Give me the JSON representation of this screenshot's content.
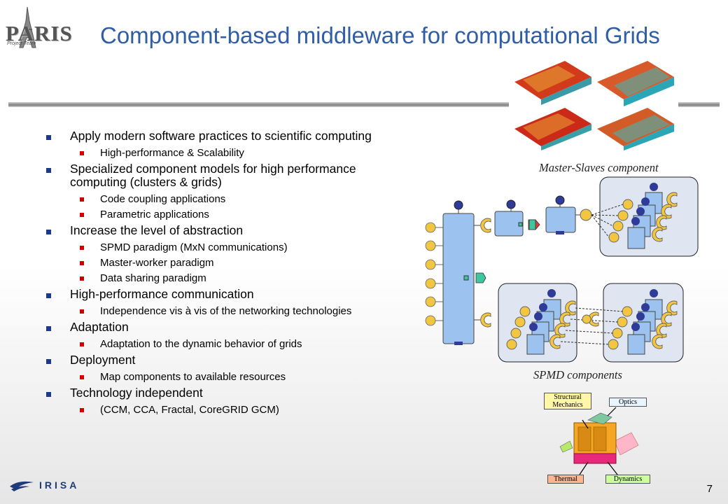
{
  "logo": {
    "text": "PARIS",
    "subtext": "Project-Team"
  },
  "title": "Component-based middleware for computational Grids",
  "bullets": [
    {
      "text": "Apply modern software practices to scientific computing",
      "sub": [
        "High-performance & Scalability"
      ]
    },
    {
      "text": "Specialized component models for high performance computing (clusters & grids)",
      "sub": [
        "Code coupling applications",
        "Parametric applications"
      ]
    },
    {
      "text": "Increase the level of abstraction",
      "sub": [
        "SPMD paradigm (MxN communications)",
        "Master-worker paradigm",
        "Data sharing paradigm"
      ]
    },
    {
      "text": "High-performance communication",
      "sub": [
        "Independence vis à vis of the networking technologies"
      ]
    },
    {
      "text": "Adaptation",
      "sub": [
        "Adaptation to the dynamic behavior of grids"
      ]
    },
    {
      "text": "Deployment",
      "sub": [
        "Map components to available resources"
      ]
    },
    {
      "text": "Technology independent",
      "sub": [
        "(CCM, CCA, Fractal, CoreGRID GCM)"
      ]
    }
  ],
  "captions": {
    "master_slaves": "Master-Slaves component",
    "spmd": "SPMD components"
  },
  "diagram_labels": {
    "structural": "Structural Mechanics",
    "optics": "Optics",
    "thermal": "Thermal",
    "dynamics": "Dynamics"
  },
  "footer": {
    "brand": "IRISA",
    "page_number": "7"
  },
  "colors": {
    "title": "#2f5da6",
    "bullet_l1": "#1c3a8c",
    "bullet_l2": "#cc0000",
    "component": "#9cc3ef",
    "port": "#f2c640",
    "ball": "#2f3b99"
  }
}
